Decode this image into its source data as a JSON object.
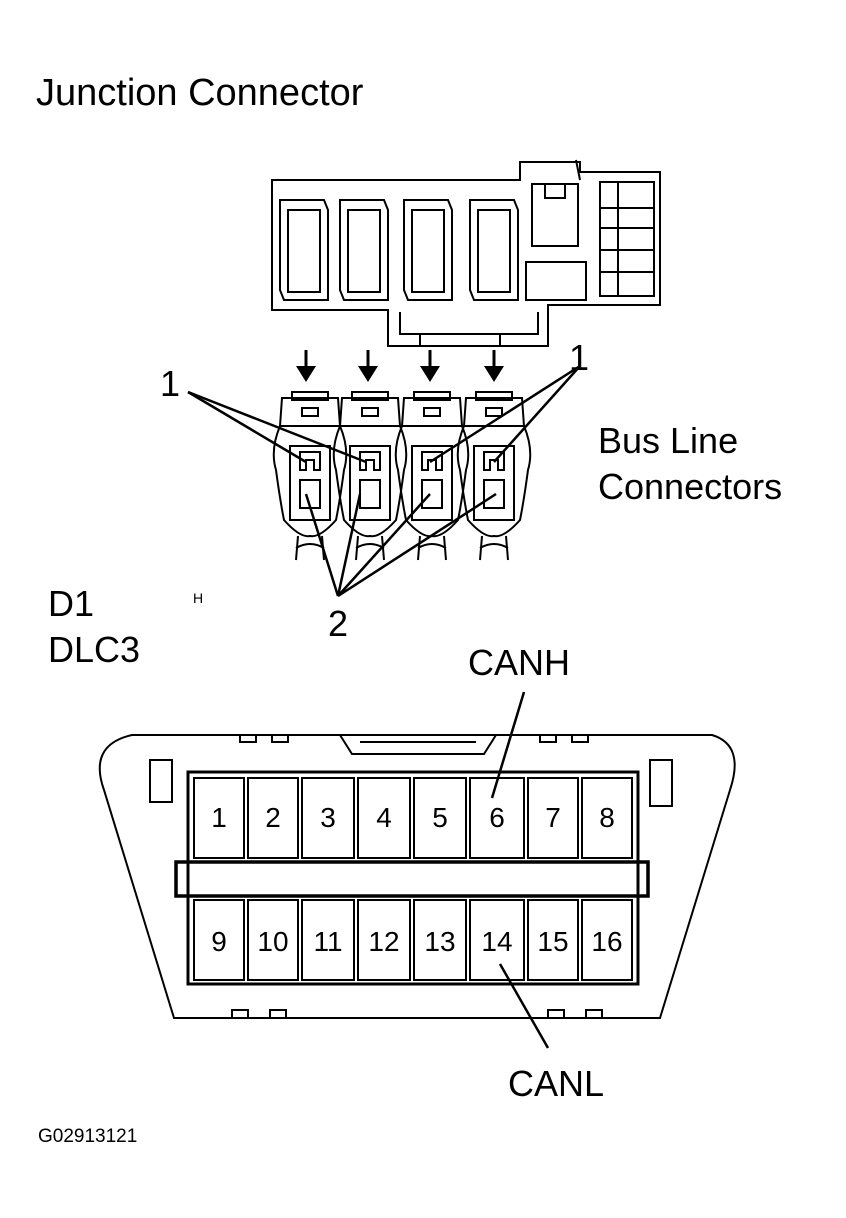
{
  "title": "Junction Connector",
  "bus_line_connectors": {
    "line1": "Bus Line",
    "line2": "Connectors"
  },
  "callouts": {
    "one_left": "1",
    "one_right": "1",
    "two": "2"
  },
  "dlc": {
    "d1": "D1",
    "dlc3": "DLC3",
    "h_mark": "H"
  },
  "signals": {
    "canh": "CANH",
    "canl": "CANL"
  },
  "pins_top": [
    "1",
    "2",
    "3",
    "4",
    "5",
    "6",
    "7",
    "8"
  ],
  "pins_bottom": [
    "9",
    "10",
    "11",
    "12",
    "13",
    "14",
    "15",
    "16"
  ],
  "figure_id": "G02913121"
}
